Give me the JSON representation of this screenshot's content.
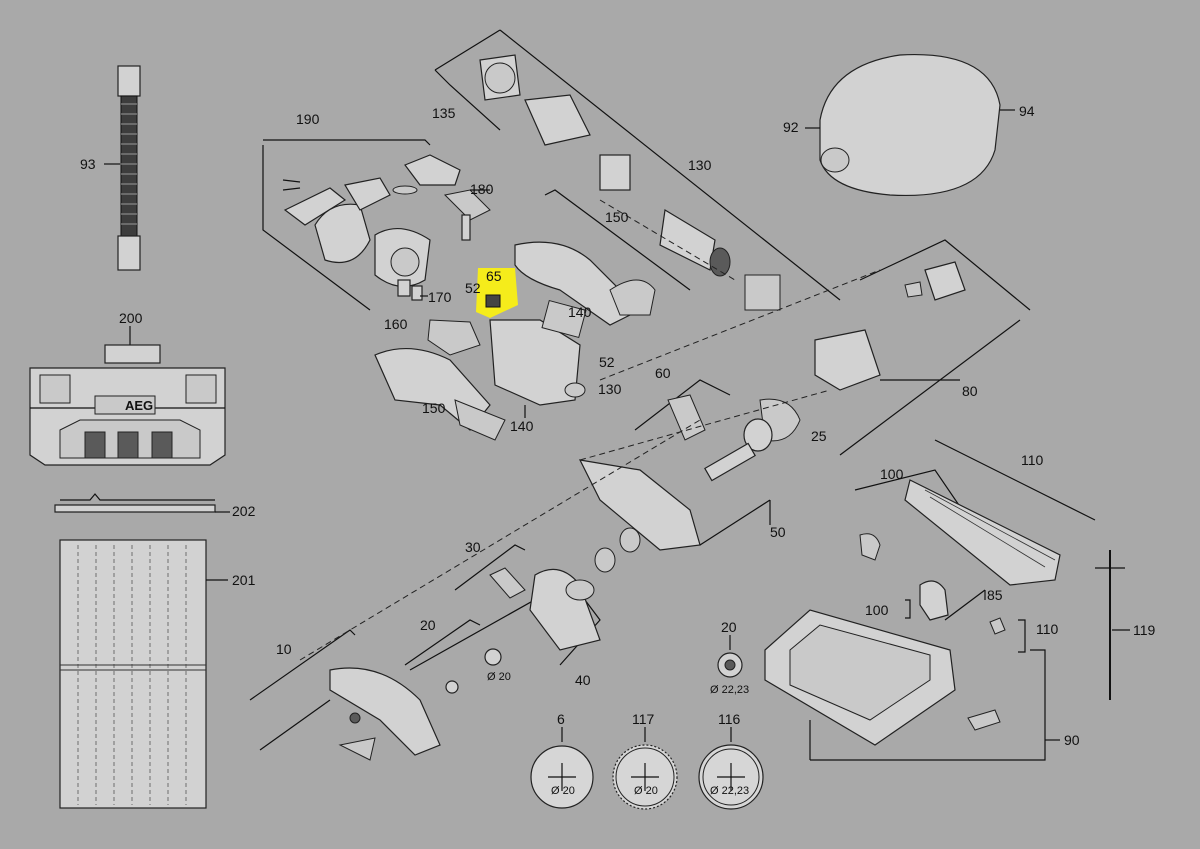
{
  "colors": {
    "background": "#a9a9a9",
    "highlight": "#f5ec1b",
    "ink": "#111111"
  },
  "labels": {
    "l93": "93",
    "l200": "200",
    "l202": "202",
    "l201": "201",
    "l190": "190",
    "l180": "180",
    "l170": "170",
    "l135": "135",
    "l130a": "130",
    "l150a": "150",
    "l65": "65",
    "l52a": "52",
    "l160": "160",
    "l140a": "140",
    "l52b": "52",
    "l130b": "130",
    "l150b": "150",
    "l140b": "140",
    "l92": "92",
    "l94": "94",
    "l80": "80",
    "l60": "60",
    "l25": "25",
    "l50": "50",
    "l30": "30",
    "l40": "40",
    "l20a": "20",
    "l10": "10",
    "l100a": "100",
    "l110a": "110",
    "l100b": "100",
    "l110b": "110",
    "l85": "85",
    "l90": "90",
    "l119": "119",
    "l20b": "20",
    "l6": "6",
    "l117": "117",
    "l116": "116"
  },
  "diameters": {
    "d20a": "Ø 20",
    "d2223a": "Ø 22,23",
    "d6": "Ø 20",
    "d117": "Ø 20",
    "d116": "Ø 22,23"
  },
  "case_logo": "AEG"
}
